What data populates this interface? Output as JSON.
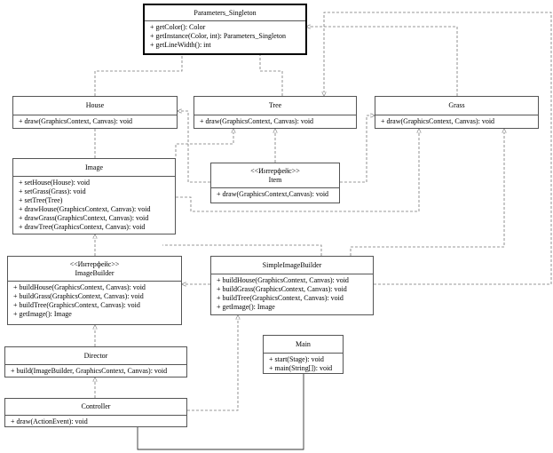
{
  "classes": {
    "singleton": {
      "name": "Parameters_Singleton",
      "members": [
        "+ getColor(): Color",
        "+ getInstance(Color, int): Parameters_Singleton",
        "+ getLineWidth(): int"
      ]
    },
    "house": {
      "name": "House",
      "members": [
        "+ draw(GraphicsContext, Canvas): void"
      ]
    },
    "tree": {
      "name": "Tree",
      "members": [
        "+ draw(GraphicsContext, Canvas): void"
      ]
    },
    "grass": {
      "name": "Grass",
      "members": [
        "+ draw(GraphicsContext, Canvas): void"
      ]
    },
    "image": {
      "name": "Image",
      "members": [
        "+ setHouse(House): void",
        "+ setGrass(Grass): void",
        "+ setTree(Tree)",
        "+ drawHouse(GraphicsContext, Canvas): void",
        "+ drawGrass(GraphicsContext, Canvas): void",
        "+ drawTree(GraphicsContext, Canvas): void"
      ]
    },
    "item": {
      "stereotype": "<<Интерфейс>>",
      "name": "Item",
      "members": [
        "+ draw(GraphicsContext,Canvas): void"
      ]
    },
    "imagebuilder": {
      "stereotype": "<<Интерфейс>>",
      "name": "ImageBuilder",
      "members": [
        "+ buildHouse(GraphicsContext, Canvas): void",
        "+ buildGrass(GraphicsContext, Canvas): void",
        "+ buildTree(GraphicsContext, Canvas): void",
        "+ getImage(): Image"
      ]
    },
    "simpleimagebuilder": {
      "name": "SimpleImageBuilder",
      "members": [
        "+ buildHouse(GraphicsContext, Canvas): void",
        "+ buildGrass(GraphicsContext, Canvas): void",
        "+ buildTree(GraphicsContext, Canvas): void",
        "+ getImage(): Image"
      ]
    },
    "director": {
      "name": "Director",
      "members": [
        "+ build(ImageBuilder, GraphicsContext, Canvas): void"
      ]
    },
    "main": {
      "name": "Main",
      "members": [
        "+ start(Stage): void",
        "+ main(String[]): void"
      ]
    },
    "controller": {
      "name": "Controller",
      "members": [
        "+ draw(ActionEvent): void"
      ]
    }
  },
  "colors": {
    "line": "#777777",
    "border": "#555555",
    "singleton_border": "#000000"
  }
}
